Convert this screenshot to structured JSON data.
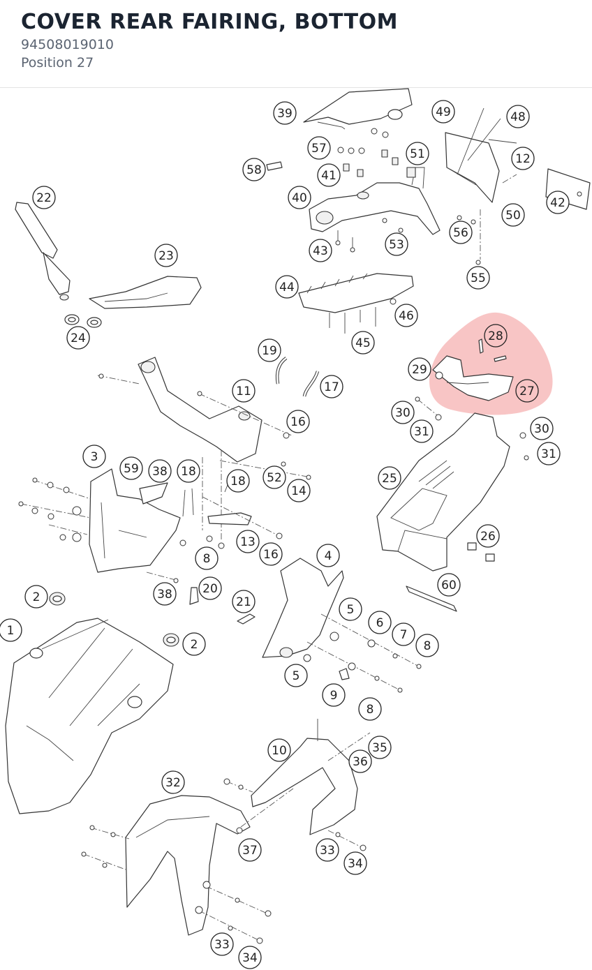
{
  "header": {
    "title": "COVER REAR FAIRING, BOTTOM",
    "part_number": "94508019010",
    "position": "Position 27"
  },
  "highlight": {
    "color": "#f08080",
    "positions": [
      "27",
      "28"
    ]
  },
  "callouts": [
    "1",
    "2",
    "2",
    "3",
    "4",
    "5",
    "5",
    "6",
    "7",
    "8",
    "8",
    "8",
    "9",
    "10",
    "11",
    "12",
    "13",
    "14",
    "16",
    "16",
    "17",
    "18",
    "18",
    "19",
    "20",
    "21",
    "22",
    "23",
    "24",
    "25",
    "26",
    "27",
    "28",
    "29",
    "30",
    "30",
    "31",
    "31",
    "32",
    "33",
    "33",
    "34",
    "34",
    "35",
    "36",
    "37",
    "38",
    "38",
    "39",
    "40",
    "41",
    "42",
    "43",
    "44",
    "45",
    "46",
    "48",
    "49",
    "50",
    "51",
    "52",
    "53",
    "55",
    "56",
    "57",
    "58",
    "59",
    "60"
  ]
}
